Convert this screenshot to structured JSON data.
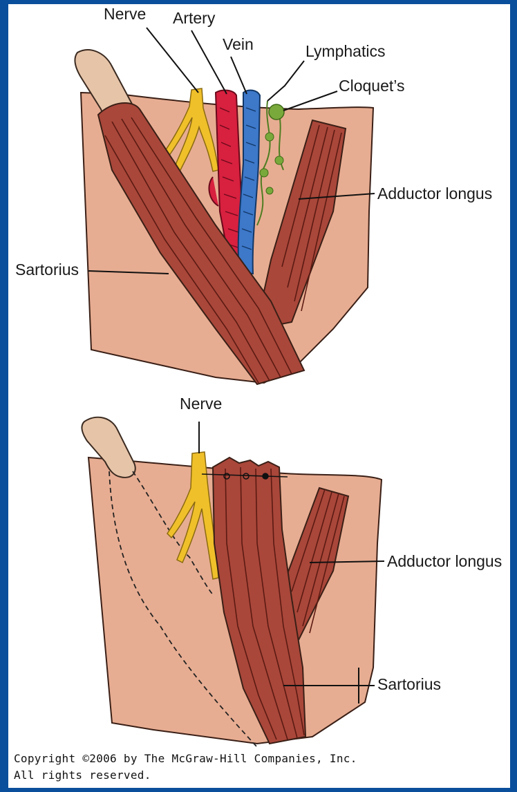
{
  "colors": {
    "border": "#0a4f9c",
    "skin": "#e7ad92",
    "muscle": "#a9473a",
    "muscle_line": "#5b1a12",
    "nerve": "#f0c02a",
    "artery": "#d8203f",
    "vein": "#3d78c9",
    "lymph": "#7aa93b",
    "finger": "#e6c4a8"
  },
  "top_panel": {
    "labels": {
      "nerve": "Nerve",
      "artery": "Artery",
      "vein": "Vein",
      "lymphatics": "Lymphatics",
      "cloquet": "Cloquet’s",
      "adductor": "Adductor longus",
      "sartorius": "Sartorius"
    }
  },
  "bottom_panel": {
    "labels": {
      "nerve": "Nerve",
      "adductor": "Adductor longus",
      "sartorius": "Sartorius"
    }
  },
  "copyright": {
    "line1": "Copyright ©2006 by The McGraw-Hill Companies, Inc.",
    "line2": "All rights reserved."
  }
}
